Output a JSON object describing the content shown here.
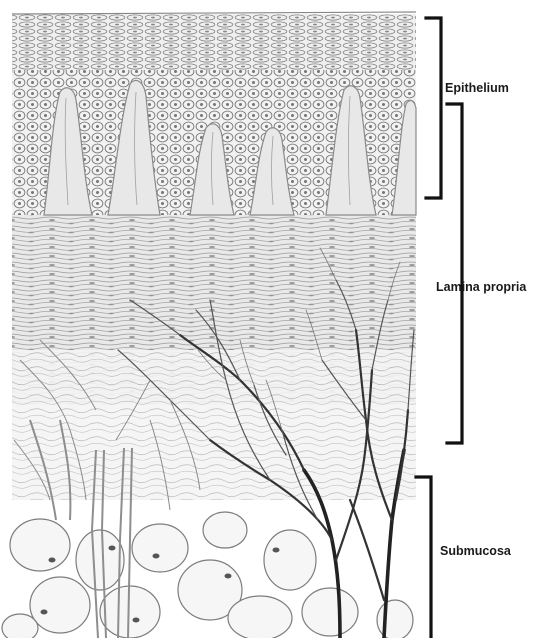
{
  "labels": {
    "epithelium": "Epithelium",
    "lamina_propria": "Lamina propria",
    "submucosa": "Submucosa"
  },
  "colors": {
    "background": "#ffffff",
    "ink": "#1a1a1a",
    "stroke_dark": "#111111",
    "tissue_light": "#d9d9d9",
    "tissue_mid": "#9a9a9a"
  }
}
